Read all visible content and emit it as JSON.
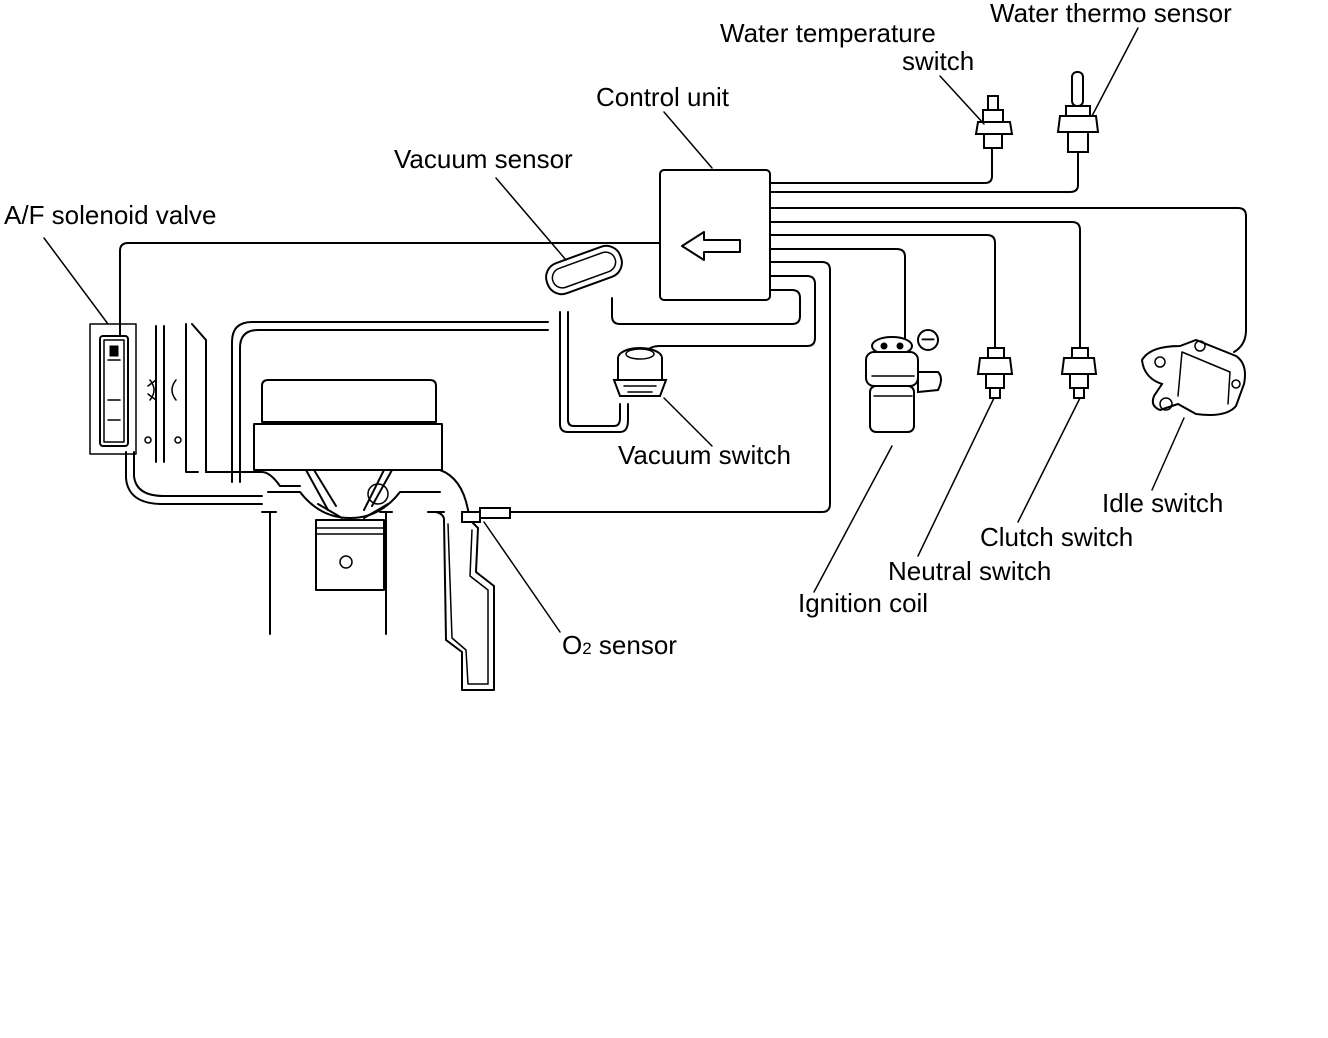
{
  "labels": {
    "water_thermo_sensor": "Water thermo sensor",
    "water_temperature_switch_line1": "Water temperature",
    "water_temperature_switch_line2": "switch",
    "control_unit": "Control unit",
    "vacuum_sensor": "Vacuum sensor",
    "af_solenoid_valve": "A/F solenoid valve",
    "vacuum_switch": "Vacuum switch",
    "idle_switch": "Idle switch",
    "clutch_switch": "Clutch switch",
    "neutral_switch": "Neutral switch",
    "ignition_coil": "Ignition coil",
    "o2_sensor_prefix": "O",
    "o2_sensor_subscript": "2",
    "o2_sensor_suffix": " sensor",
    "ignition_coil_polarity": "−"
  },
  "colors": {
    "ink": "#000000",
    "paper": "#ffffff"
  }
}
